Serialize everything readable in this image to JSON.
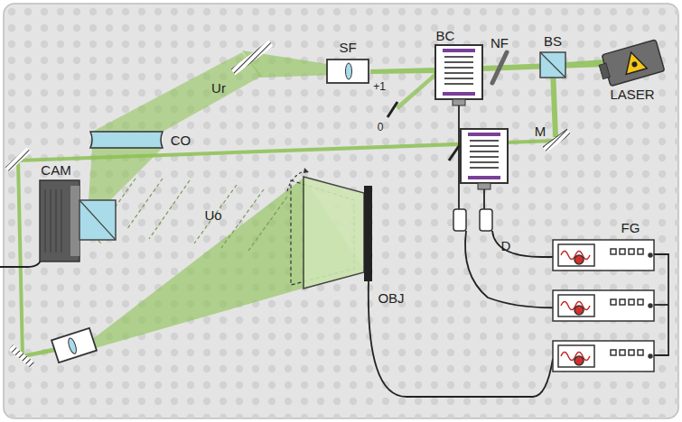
{
  "diagram": {
    "labels": [
      "Ur",
      "SF",
      "+1",
      "0",
      "BC",
      "NF",
      "BS",
      "LASER",
      "M",
      "CO",
      "CAM",
      "Uo",
      "OBJ",
      "D",
      "FG"
    ]
  }
}
